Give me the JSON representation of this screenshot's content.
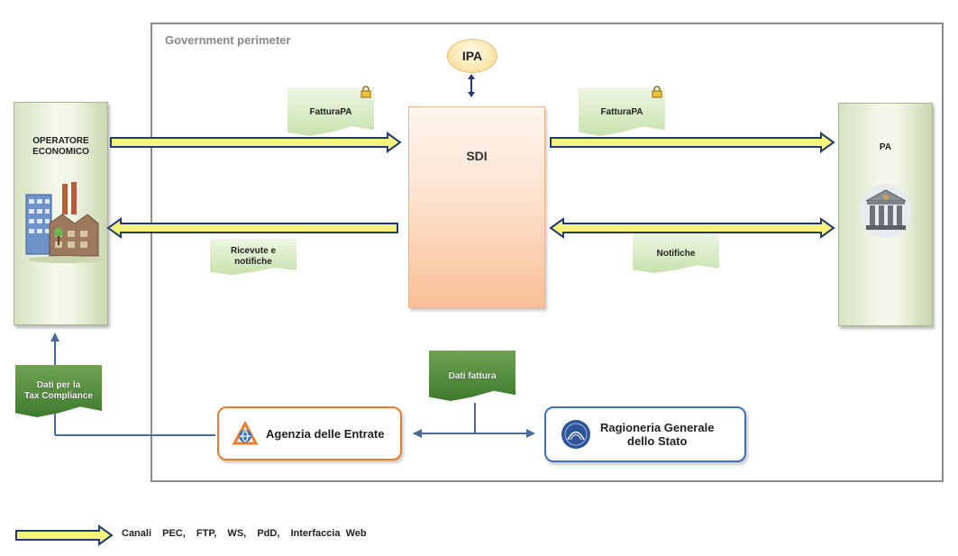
{
  "perimeter": {
    "label": "Government perimeter"
  },
  "operatore": {
    "title_line1": "OPERATORE",
    "title_line2": "ECONOMICO",
    "icon": "factory-building-icon"
  },
  "pa": {
    "title": "PA",
    "icon": "government-building-icon"
  },
  "sdi": {
    "label": "SDI"
  },
  "ipa": {
    "label": "IPA"
  },
  "docs": {
    "fattura_left": "FatturaPA",
    "fattura_right": "FatturaPA",
    "ricevute_line1": "Ricevute e",
    "ricevute_line2": "notifiche",
    "notifiche": "Notifiche",
    "dati_fattura": "Dati fattura",
    "dati_tax_line1": "Dati per la",
    "dati_tax_line2": "Tax Compliance"
  },
  "agenzia": {
    "label": "Agenzia delle Entrate",
    "icon": "agenzia-logo-icon"
  },
  "ragioneria": {
    "line1": "Ragioneria Generale",
    "line2": "dello Stato",
    "icon": "rgs-seal-icon"
  },
  "legend": {
    "text": "Canali  PEC,  FTP,  WS,  PdD,  Interfaccia Web"
  },
  "colors": {
    "arrow_fill": "#f4f57a",
    "arrow_stroke": "#243a73",
    "ade_border": "#e87d2e",
    "rgs_border": "#3f72b6"
  }
}
